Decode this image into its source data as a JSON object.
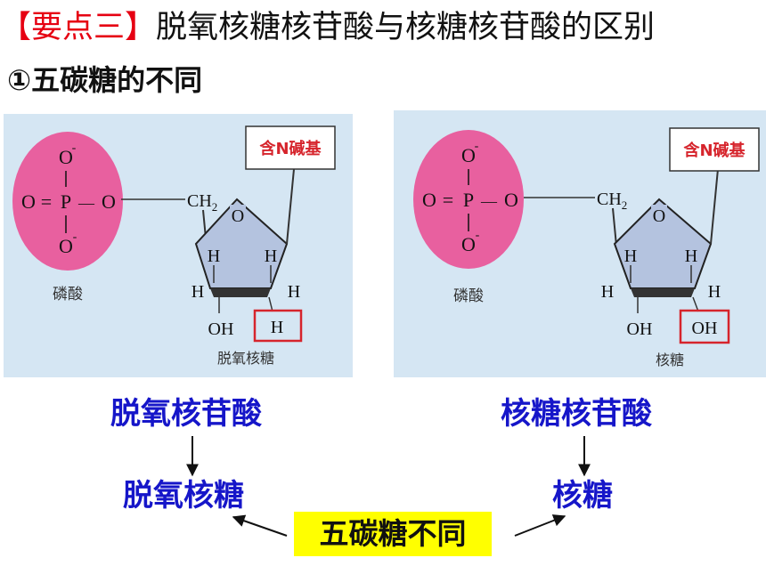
{
  "title": {
    "bracket_open": "【",
    "highlight": "要点三",
    "bracket_close": "】",
    "rest": "脱氧核糖核苷酸与核糖核苷酸的区别"
  },
  "subtitle": "①五碳糖的不同",
  "left_panel": {
    "phosphate_o_top": "O",
    "phosphate_charge_top": "-",
    "phosphate_o_left": "O",
    "phosphate_eq": "=",
    "phosphate_p": "P",
    "phosphate_dash": "—",
    "phosphate_o_right": "O",
    "phosphate_o_bottom": "O",
    "phosphate_charge_bottom": "-",
    "phosphate_name": "磷酸",
    "ch2": "CH",
    "ch2_sub": "2",
    "ring_o": "O",
    "h_top_left": "H",
    "h_top_right": "H",
    "h_side_left": "H",
    "h_side_right": "H",
    "oh_bottom": "OH",
    "boxed_group": "H",
    "sugar_name": "脱氧核糖",
    "base_label": "含N碱基"
  },
  "right_panel": {
    "phosphate_o_top": "O",
    "phosphate_charge_top": "-",
    "phosphate_o_left": "O",
    "phosphate_eq": "=",
    "phosphate_p": "P",
    "phosphate_dash": "—",
    "phosphate_o_right": "O",
    "phosphate_o_bottom": "O",
    "phosphate_charge_bottom": "-",
    "phosphate_name": "磷酸",
    "ch2": "CH",
    "ch2_sub": "2",
    "ring_o": "O",
    "h_top_left": "H",
    "h_top_right": "H",
    "h_side_left": "H",
    "h_side_right": "H",
    "oh_bottom": "OH",
    "boxed_group": "OH",
    "sugar_name": "核糖",
    "base_label": "含N碱基"
  },
  "labels": {
    "left_top": "脱氧核苷酸",
    "left_bottom": "脱氧核糖",
    "right_top": "核糖核苷酸",
    "right_bottom": "核糖",
    "center": "五碳糖不同"
  },
  "colors": {
    "title_highlight": "#e60012",
    "label_blue": "#1616c9",
    "center_bg": "#ffff00",
    "panel_bg": "#d5e6f3",
    "phosphate_fill": "#e8609f",
    "ring_fill": "#b4c3df",
    "box_red": "#d6242c"
  }
}
